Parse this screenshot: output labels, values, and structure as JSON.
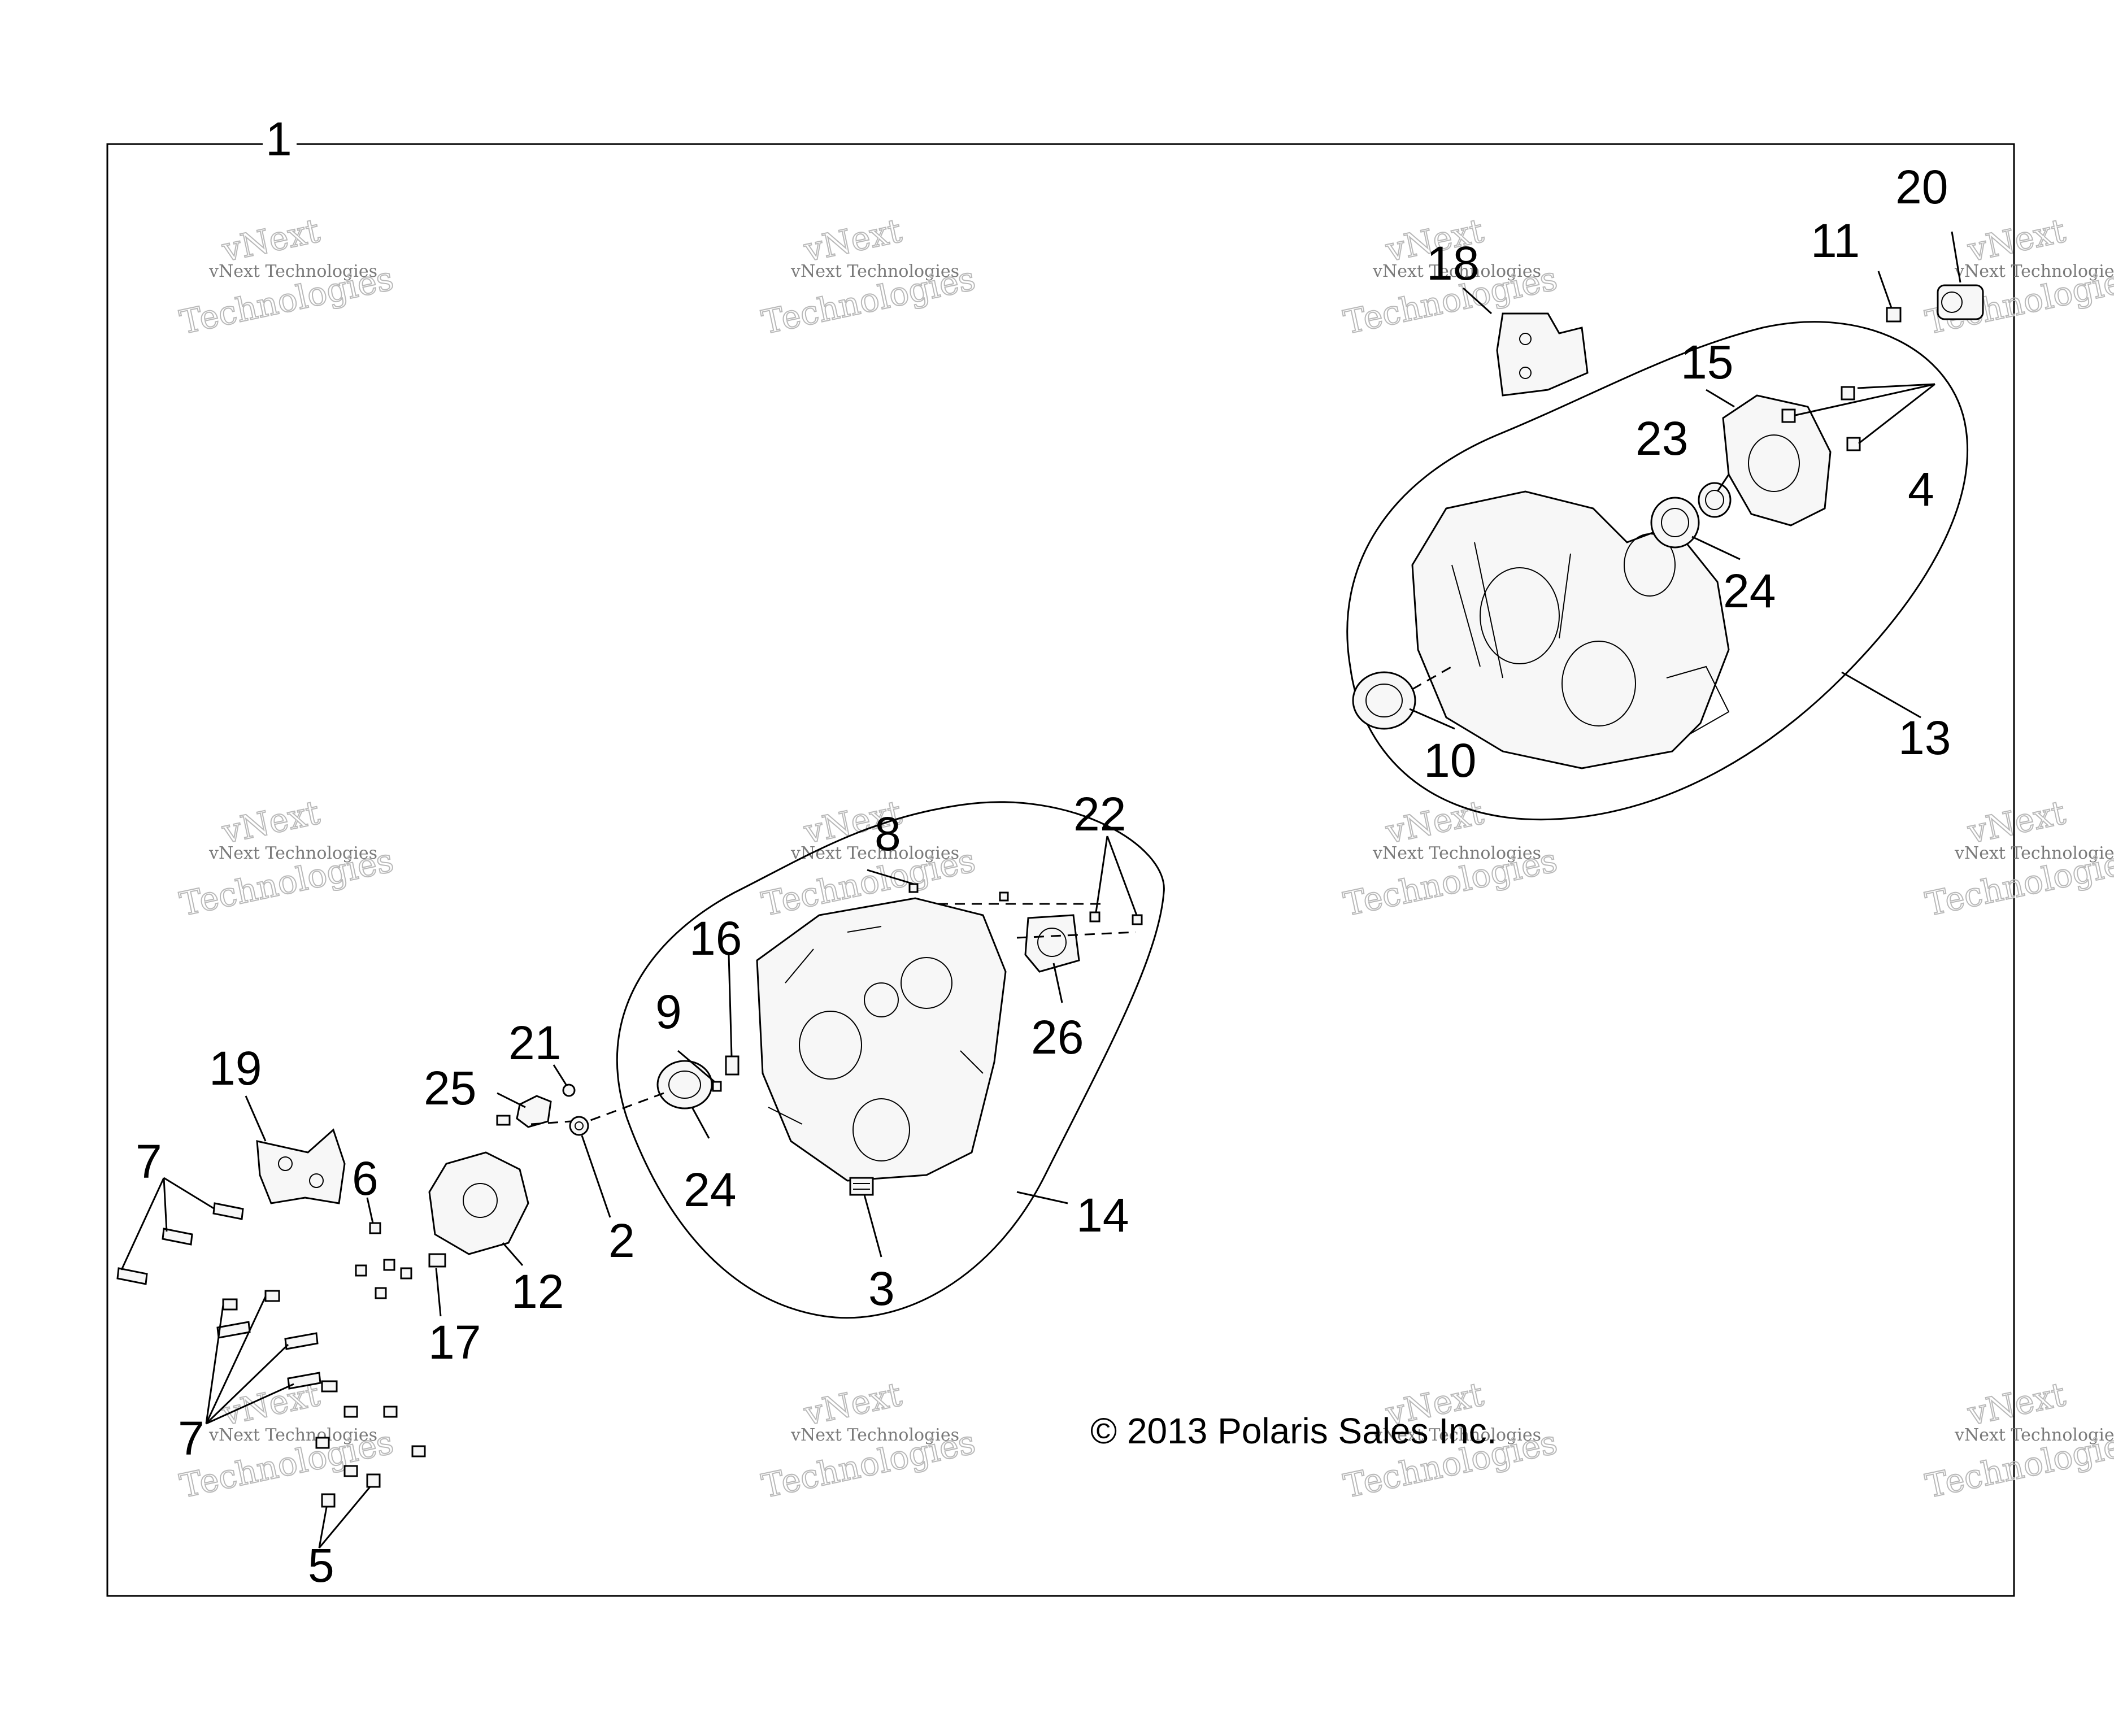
{
  "diagram": {
    "assembly_number": "1",
    "copyright": "© 2013 Polaris Sales Inc.",
    "watermark": {
      "line1": "vNext Technologies",
      "line2": "vNext",
      "line3": "Technologies"
    },
    "callouts": [
      "2",
      "3",
      "4",
      "5",
      "6",
      "7",
      "7",
      "8",
      "9",
      "10",
      "11",
      "12",
      "13",
      "14",
      "15",
      "16",
      "17",
      "18",
      "19",
      "20",
      "21",
      "22",
      "23",
      "24",
      "24",
      "25",
      "26"
    ]
  }
}
